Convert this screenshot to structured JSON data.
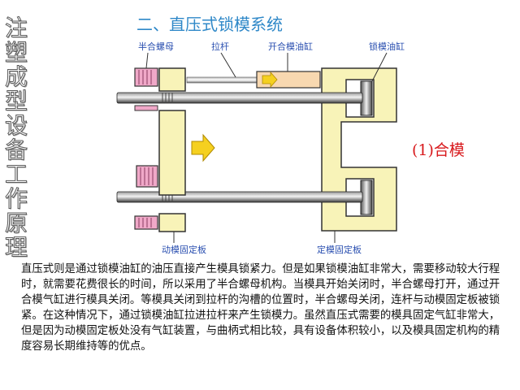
{
  "side_title": "注塑成型设备工作原理",
  "slide_title": "二、直压式锁模系统",
  "labels": {
    "half_nut": "半合螺母",
    "tie_bar": "拉杆",
    "open_cylinder": "开合模油缸",
    "clamp_cylinder": "锁模油缸",
    "moving_platen": "动模固定板",
    "fixed_platen": "定模固定板"
  },
  "state_label": "(1)合模",
  "description": "直压式则是通过锁模油缸的油压直接产生模具锁紧力。但是如果锁模油缸非常大，需要移动较大行程时，就需要花费很长的时间，所以采用了半合螺母机构。当模具开始关闭时，半合螺母打开，通过开合模气缸进行模具关闭。等模具关闭到拉杆的沟槽的位置时，半合螺母关闭，连杆与动模固定板被锁紧。在这种情况下，通过锁模油缸拉进拉杆来产生锁模力。虽然直压式需要的模具固定气缸非常大，但是因为动模固定板处没有气缸装置，与曲柄式相比较，具有设备体积较小，以及模具固定机构的精度容易长期维持等的优点。",
  "colors": {
    "title": "#2f88c8",
    "label": "#2a4fb0",
    "state": "#d8191c",
    "platen": "#f8f3b8",
    "nut": "#f0a8c8",
    "arrow": "#f5d020"
  }
}
